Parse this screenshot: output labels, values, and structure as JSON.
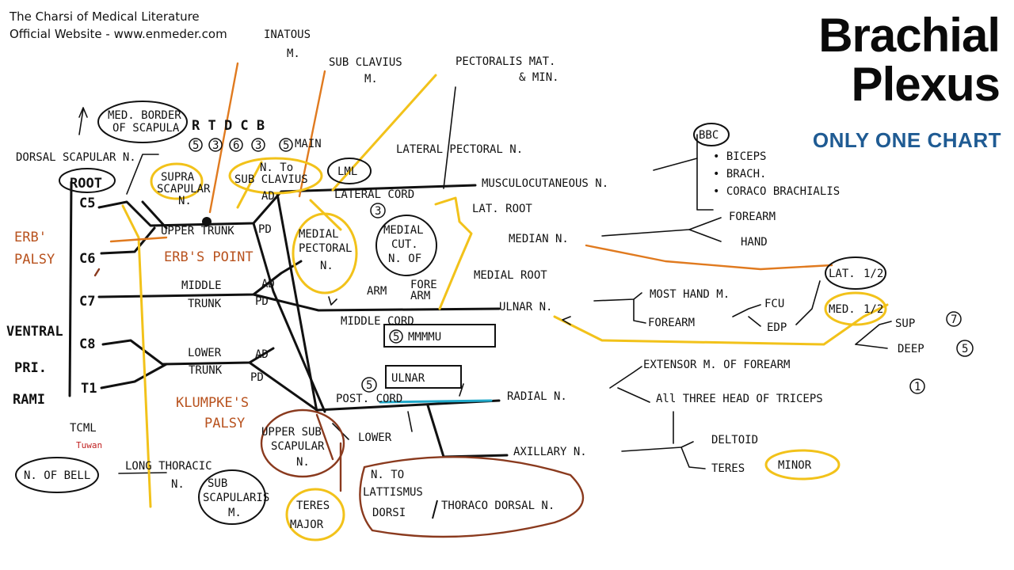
{
  "header": {
    "line1": "The Charsi of Medical Literature",
    "line2": "Official Website - www.enmeder.com"
  },
  "title": {
    "line1": "Brachial",
    "line2": "Plexus"
  },
  "subtitle": "ONLY ONE CHART",
  "colors": {
    "ink": "#111111",
    "yellow": "#f2c21a",
    "orange": "#e07a1f",
    "brown": "#8a3a1e",
    "teal": "#1fa8c9",
    "blue": "#1f5b93",
    "red": "#c01f1f"
  },
  "diagram": {
    "inatous": "INATOUS",
    "inatous_m": "M.",
    "subclavius": "SUB CLAVIUS",
    "subclavius_m": "M.",
    "pectoralis": "PECTORALIS MAT.",
    "pectoralis2": "& MIN.",
    "med_border1": "MED. BORDER",
    "med_border2": "OF SCAPULA",
    "rtdcb": "R T D C B",
    "rtdcb_nums": [
      "5",
      "3",
      "6",
      "3",
      "5"
    ],
    "main": "MAIN",
    "dorsal_scapular": "DORSAL SCAPULAR N.",
    "lateral_pectoral": "LATERAL PECTORAL N.",
    "bbc": "BBC",
    "biceps": "• BICEPS",
    "brach": "• BRACH.",
    "coraco": "• CORACO BRACHIALIS",
    "root": "ROOT",
    "supra1": "SUPRA",
    "supra2": "SCAPULAR",
    "supra3": "N.",
    "nto1": "N. To",
    "nto2": "SUB CLAVIUS",
    "lml": "LML",
    "musculocutaneous": "MUSCULOCUTANEOUS N.",
    "lateral_cord": "LATERAL CORD",
    "lateral_cord_num": "3",
    "lat_root": "LAT. ROOT",
    "forearm": "FOREARM",
    "hand": "HAND",
    "ad": "AD",
    "pd": "PD",
    "c5": "C5",
    "c6": "C6",
    "c7": "C7",
    "c8": "C8",
    "t1": "T1",
    "erb_palsy1": "ERB'",
    "erb_palsy2": "PALSY",
    "upper_trunk": "UPPER TRUNK",
    "erbs_point": "ERB'S POINT",
    "medial_pectoral1": "MEDIAL",
    "medial_pectoral2": "PECTORAL",
    "medial_pectoral3": "N.",
    "medial_cut1": "MEDIAL",
    "medial_cut2": "CUT.",
    "medial_cut3": "N. OF",
    "median": "MEDIAN N.",
    "medial_root": "MEDIAL ROOT",
    "lat_half": "LAT.",
    "half": "1/2",
    "med_half": "MED.",
    "middle_trunk1": "MIDDLE",
    "middle_trunk2": "TRUNK",
    "arm": "ARM",
    "fore_arm1": "FORE",
    "fore_arm2": "ARM",
    "most_hand": "MOST HAND M.",
    "ulnar": "ULNAR N.",
    "fcu": "FCU",
    "edp": "EDP",
    "forearm2": "FOREARM",
    "ventral1": "VENTRAL",
    "ventral2": "PRI.",
    "ventral3": "RAMI",
    "middle_cord": "MIDDLE CORD",
    "mmmmu": "MMMMU",
    "mmmmu_num": "5",
    "sup": "SUP",
    "sup_num": "7",
    "deep": "DEEP",
    "deep_num": "5",
    "extensor": "EXTENSOR M. OF FOREARM",
    "lower_trunk1": "LOWER",
    "lower_trunk2": "TRUNK",
    "ulnar_box": "ULNAR",
    "ulnar_box_num": "5",
    "klumpke1": "KLUMPKE'S",
    "klumpke2": "PALSY",
    "post_cord": "POST. CORD",
    "radial": "RADIAL N.",
    "all_three": "All THREE HEAD OF TRICEPS",
    "triceps_num": "1",
    "tcml": "TCML",
    "tcml_red": "Tuwan",
    "deltoid": "DELTOID",
    "upper_sub1": "UPPER SUB",
    "upper_sub2": "SCAPULAR",
    "upper_sub3": "N.",
    "lower": "LOWER",
    "axillary": "AXILLARY N.",
    "teres_minor1": "TERES",
    "teres_minor2": "MINOR",
    "n_of_bell": "N. OF BELL",
    "long_thoracic": "LONG THORACIC",
    "long_thoracic_n": "N.",
    "n_to_lat1": "N. TO",
    "n_to_lat2": "LATTISMUS",
    "dorsi": "DORSI",
    "thoraco": "THORACO DORSAL N.",
    "sub_scap1": "SUB",
    "sub_scap2": "SCAPULARIS",
    "sub_scap3": "M.",
    "teres_major1": "TERES",
    "teres_major2": "MAJOR"
  }
}
